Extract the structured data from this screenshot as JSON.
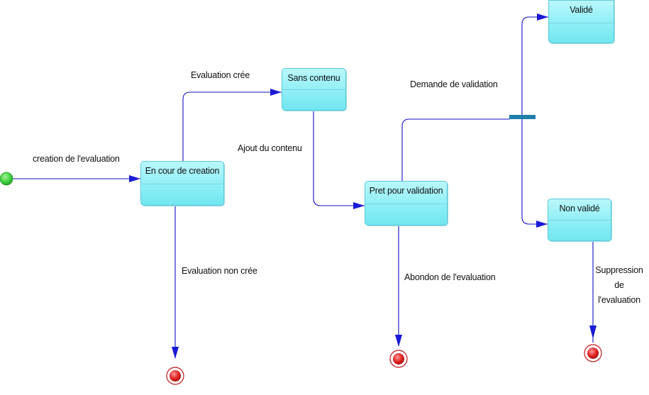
{
  "states": {
    "en_cours": "En cour de creation",
    "sans_contenu": "Sans contenu",
    "pret": "Pret pour validation",
    "valide": "Validé",
    "non_valide": "Non validé"
  },
  "transitions": {
    "creation": "creation de l'evaluation",
    "evaluation_cree": "Evaluation crée",
    "evaluation_non_cree": "Evaluation non crée",
    "ajout_contenu": "Ajout du contenu",
    "demande_validation": "Demande de validation",
    "abandon": "Abondon de l'evaluation",
    "suppression_1": "Suppression",
    "suppression_2": "de",
    "suppression_3": "l'evaluation"
  },
  "colors": {
    "line": "#1010c8",
    "arrowhead": "#1a1ad6",
    "state_fill": "#8eeff6",
    "state_border": "#5fc8d8",
    "initial": "#3fcf3f",
    "final": "#e02020",
    "fork_bar": "#1e7fa8"
  }
}
